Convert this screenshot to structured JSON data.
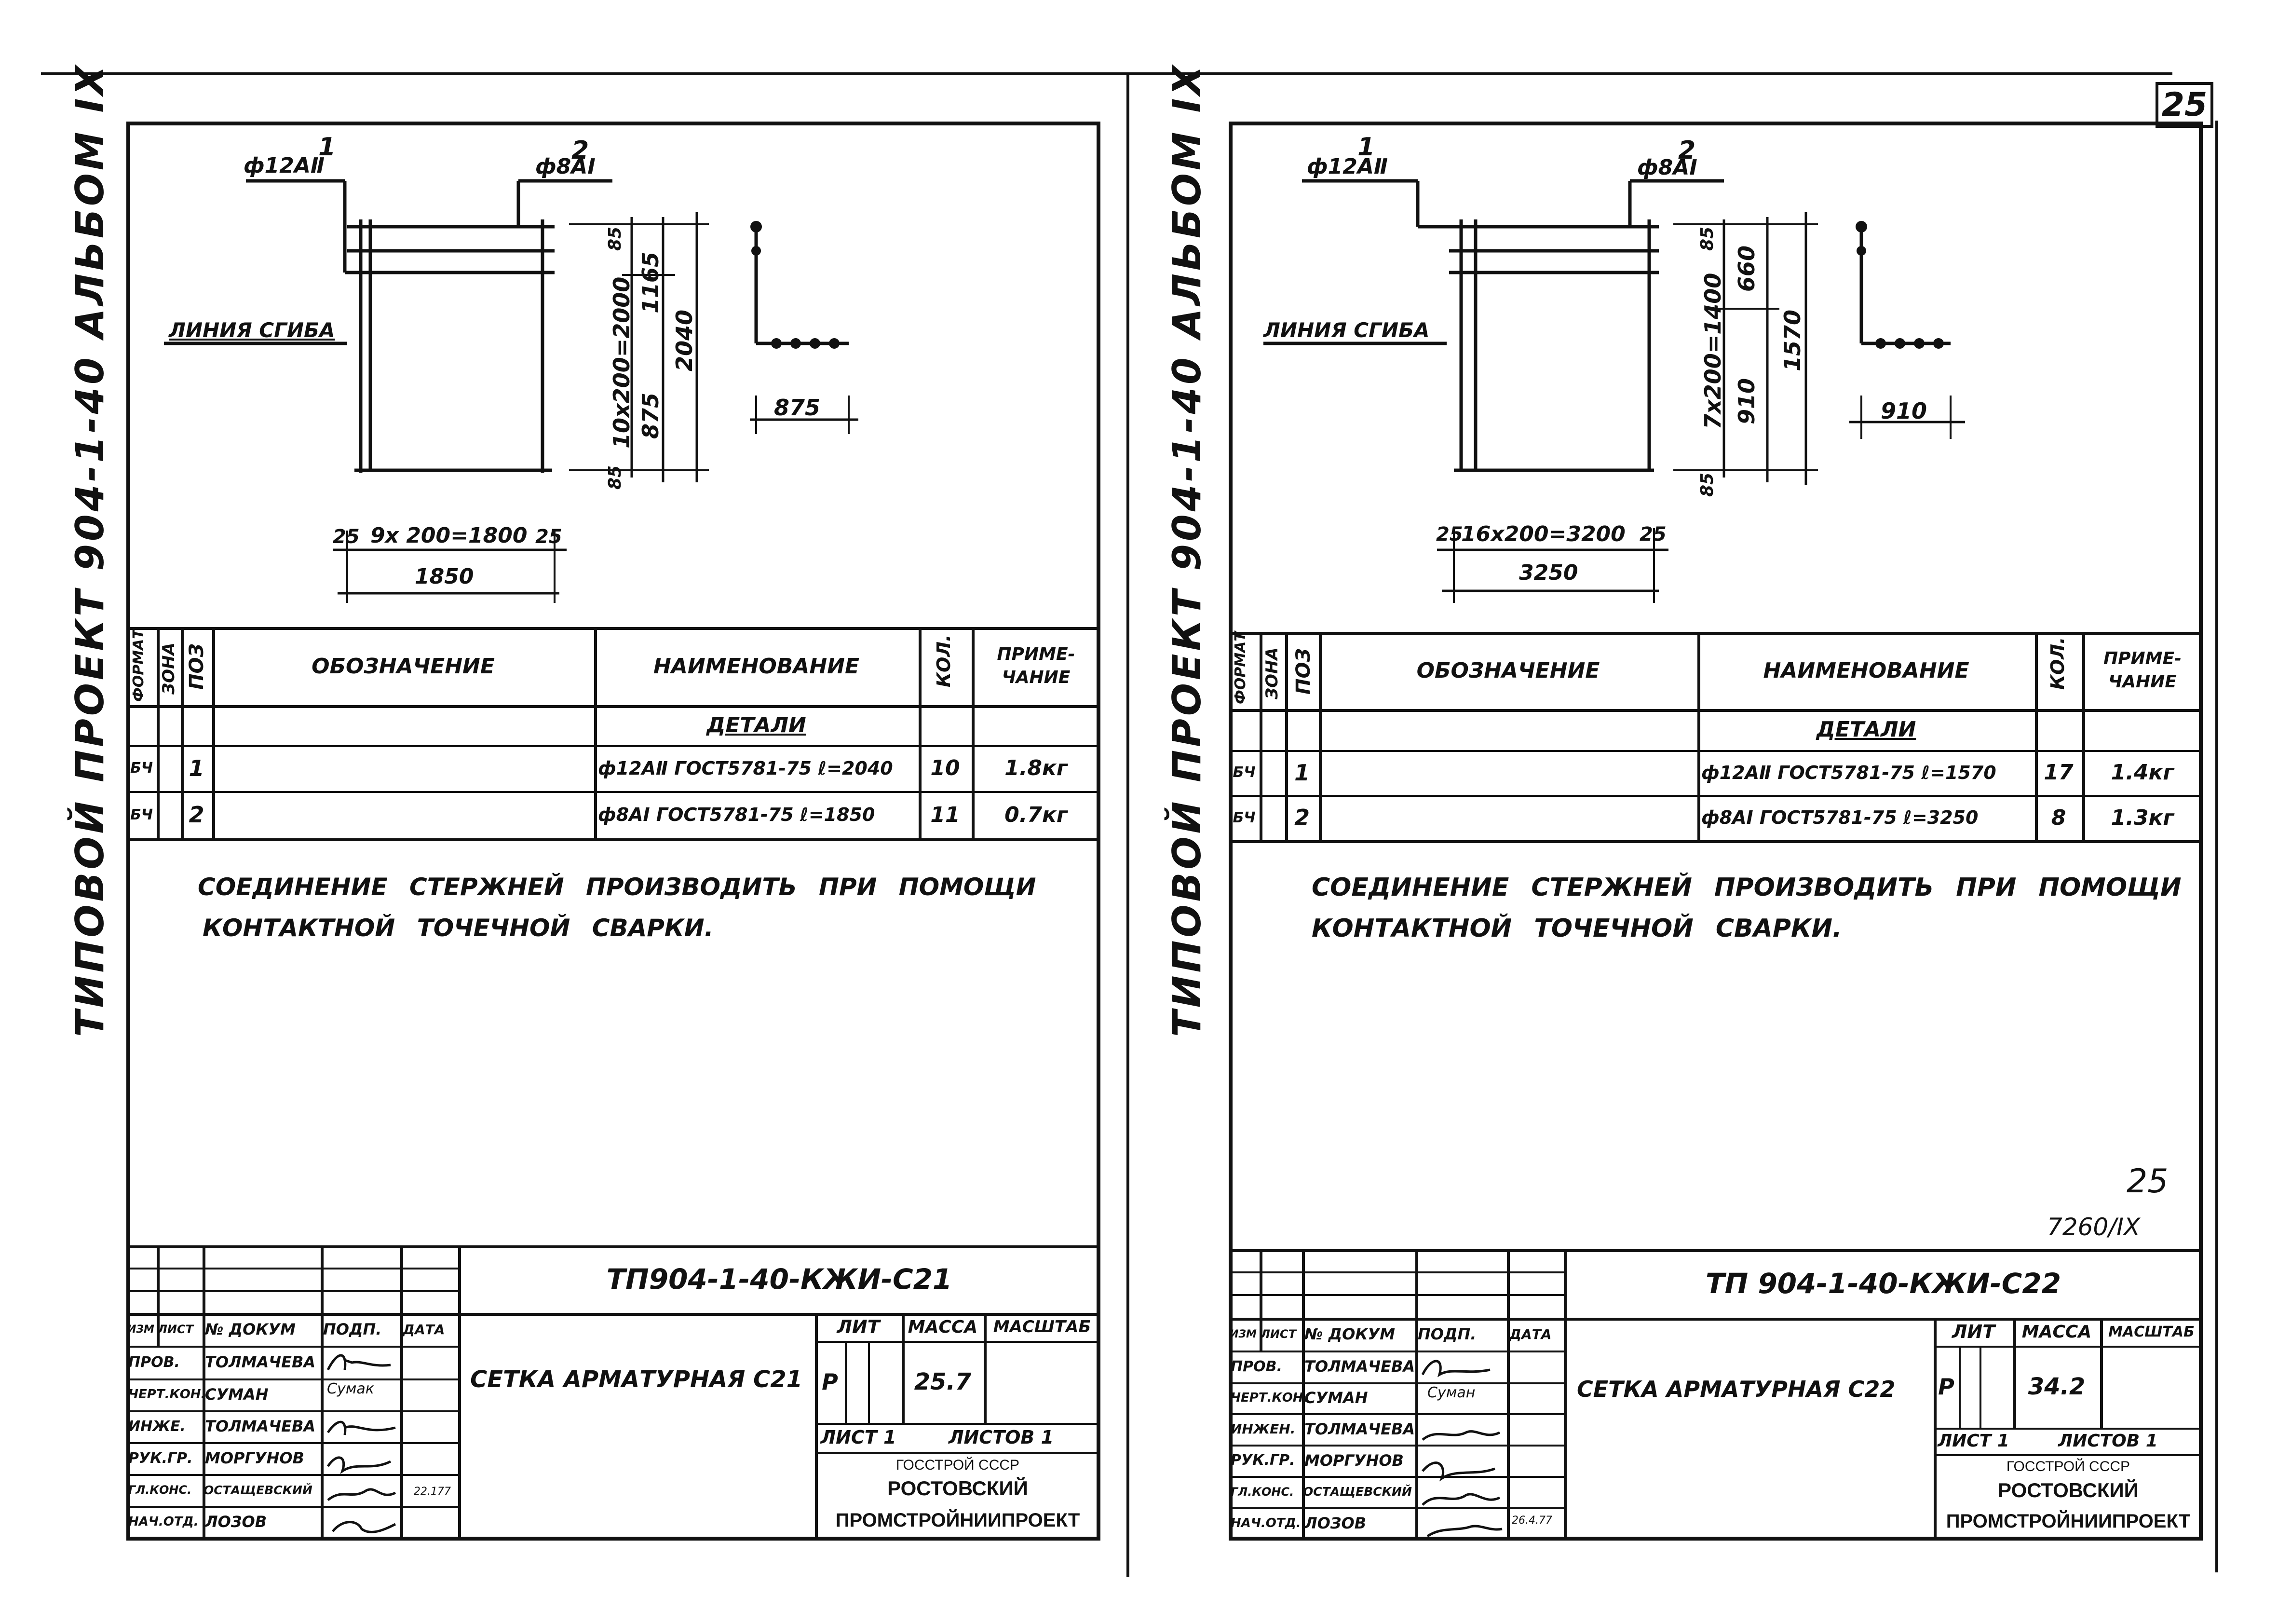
{
  "page_number": "25",
  "sheets": [
    {
      "side_label": "ТИПОВОЙ ПРОЕКТ 904-1-40 АЛЬБОМ IX",
      "drawing": {
        "leader1_num": "1",
        "leader1_label": "ф12АⅡ",
        "leader2_num": "2",
        "leader2_label": "ф8АⅠ",
        "bend_line_label": "ЛИНИЯ СГИБА",
        "dim_top": "85",
        "dim_vertical_total": "10x200=2000",
        "dim_1165": "1165",
        "dim_2040": "2040",
        "dim_875_vert": "875",
        "dim_bottom_small": "85",
        "dim_bend": "875",
        "dim_left_25": "25",
        "dim_horizontal": "9x 200=1800",
        "dim_right_25": "25",
        "dim_overall": "1850"
      },
      "table": {
        "headers": {
          "format": "ФОРМАТ",
          "zone": "ЗОНА",
          "pos": "ПОЗ",
          "designation": "ОБОЗНАЧЕНИЕ",
          "name": "НАИМЕНОВАНИЕ",
          "qty": "КОЛ.",
          "note": "ПРИМЕ- ЧАНИЕ"
        },
        "section": "ДЕТАЛИ",
        "rows": [
          {
            "format": "БЧ",
            "pos": "1",
            "name": "ф12АⅡ ГОСТ5781-75 ℓ=2040",
            "qty": "10",
            "note": "1.8кг"
          },
          {
            "format": "БЧ",
            "pos": "2",
            "name": "ф8АⅠ ГОСТ5781-75 ℓ=1850",
            "qty": "11",
            "note": "0.7кг"
          }
        ]
      },
      "note_line1": "СОЕДИНЕНИЕ СТЕРЖНЕЙ ПРОИЗВОДИТЬ ПРИ ПОМОЩИ",
      "note_line2": "КОНТАКТНОЙ ТОЧЕЧНОЙ СВАРКИ.",
      "stamp": {
        "code": "ТП904-1-40-КЖИ-С21",
        "title": "СЕТКА АРМАТУРНАЯ С21",
        "header_cols": [
          "ИЗМ",
          "ЛИСТ",
          "№ ДОКУМ",
          "ПОДП.",
          "ДАТА"
        ],
        "people": [
          {
            "role": "ПРОВ.",
            "name": "ТОЛМАЧЕВА"
          },
          {
            "role": "ЧЕРТ.КОН.",
            "name": "СУМАН"
          },
          {
            "role": "ИНЖЕ.",
            "name": "ТОЛМАЧЕВА"
          },
          {
            "role": "РУК.ГР.",
            "name": "МОРГУНОВ"
          },
          {
            "role": "ГЛ.КОНС.",
            "name": "ОСТАЩЕВСКИЙ"
          },
          {
            "role": "НАЧ.ОТД.",
            "name": "ЛОЗОВ"
          }
        ],
        "sig_text": "Сумак",
        "date": "22.177",
        "lit_label": "ЛИТ",
        "mass_label": "МАССА",
        "scale_label": "МАСШТАБ",
        "lit_value": "Р",
        "mass_value": "25.7",
        "sheet_label": "ЛИСТ 1",
        "sheets_label": "ЛИСТОВ 1",
        "org1": "ГОССТРОЙ СССР",
        "org2": "РОСТОВСКИЙ",
        "org3": "ПРОМСТРОЙНИИПРОЕКТ"
      }
    },
    {
      "side_label": "ТИПОВОЙ ПРОЕКТ 904-1-40 АЛЬБОМ IX",
      "drawing": {
        "leader1_num": "1",
        "leader1_label": "ф12АⅡ",
        "leader2_num": "2",
        "leader2_label": "ф8АⅠ",
        "bend_line_label": "ЛИНИЯ СГИБА",
        "dim_top": "85",
        "dim_vertical_total": "7x200=1400",
        "dim_660": "660",
        "dim_1570": "1570",
        "dim_910_vert": "910",
        "dim_bottom_small": "85",
        "dim_bend": "910",
        "dim_left_25": "25",
        "dim_horizontal": "16x200=3200",
        "dim_right_25": "25",
        "dim_overall": "3250"
      },
      "table": {
        "headers": {
          "format": "ФОРМАТ",
          "zone": "ЗОНА",
          "pos": "ПОЗ",
          "designation": "ОБОЗНАЧЕНИЕ",
          "name": "НАИМЕНОВАНИЕ",
          "qty": "КОЛ.",
          "note": "ПРИМЕ- ЧАНИЕ"
        },
        "section": "ДЕТАЛИ",
        "rows": [
          {
            "format": "БЧ",
            "pos": "1",
            "name": "ф12АⅡ ГОСТ5781-75 ℓ=1570",
            "qty": "17",
            "note": "1.4кг"
          },
          {
            "format": "БЧ",
            "pos": "2",
            "name": "ф8АⅠ ГОСТ5781-75 ℓ=3250",
            "qty": "8",
            "note": "1.3кг"
          }
        ]
      },
      "note_line1": "СОЕДИНЕНИЕ СТЕРЖНЕЙ ПРОИЗВОДИТЬ ПРИ ПОМОЩИ",
      "note_line2": "КОНТАКТНОЙ ТОЧЕЧНОЙ СВАРКИ.",
      "page_mark": "25",
      "album_mark": "7260/IX",
      "stamp": {
        "code": "ТП 904-1-40-КЖИ-С22",
        "title": "СЕТКА АРМАТУРНАЯ С22",
        "header_cols": [
          "ИЗМ",
          "ЛИСТ",
          "№ ДОКУМ",
          "ПОДП.",
          "ДАТА"
        ],
        "people": [
          {
            "role": "ПРОВ.",
            "name": "ТОЛМАЧЕВА"
          },
          {
            "role": "ЧЕРТ.КОН.",
            "name": "СУМАН"
          },
          {
            "role": "ИНЖЕН.",
            "name": "ТОЛМАЧЕВА"
          },
          {
            "role": "РУК.ГР.",
            "name": "МОРГУНОВ"
          },
          {
            "role": "ГЛ.КОНС.",
            "name": "ОСТАЩЕВСКИЙ"
          },
          {
            "role": "НАЧ.ОТД.",
            "name": "ЛОЗОВ"
          }
        ],
        "sig_text": "Суман",
        "date": "26.4.77",
        "lit_label": "ЛИТ",
        "mass_label": "МАССА",
        "scale_label": "МАСШТАБ",
        "lit_value": "Р",
        "mass_value": "34.2",
        "sheet_label": "ЛИСТ 1",
        "sheets_label": "ЛИСТОВ 1",
        "org1": "ГОССТРОЙ СССР",
        "org2": "РОСТОВСКИЙ",
        "org3": "ПРОМСТРОЙНИИПРОЕКТ"
      }
    }
  ]
}
